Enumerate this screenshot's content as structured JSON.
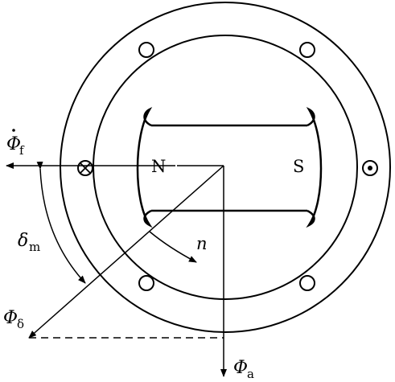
{
  "labels": {
    "phi_f": "Φ",
    "phi_f_sub": "f",
    "north": "N",
    "south": "S",
    "delta_m": "δ",
    "delta_m_sub": "m",
    "n": "n",
    "phi_delta": "Φ",
    "phi_delta_sub": "δ",
    "phi_a": "Φ",
    "phi_a_sub": "a"
  },
  "icons": {
    "cross": "into-page-conductor",
    "dot": "out-of-page-conductor"
  }
}
